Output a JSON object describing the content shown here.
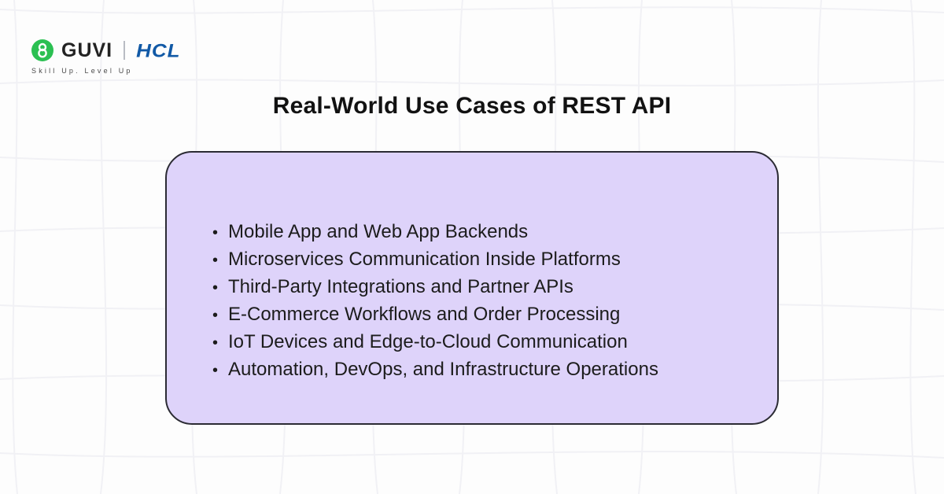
{
  "logo": {
    "brand": "GUVI",
    "partner": "HCL",
    "tagline": "Skill Up. Level Up"
  },
  "title": "Real-World Use Cases of REST API",
  "use_cases": {
    "bullet": "•",
    "items": [
      "Mobile App and Web App Backends",
      "Microservices Communication Inside Platforms",
      "Third-Party Integrations and Partner APIs",
      "E-Commerce Workflows and Order Processing",
      "IoT Devices and Edge-to-Cloud Communication",
      "Automation, DevOps, and Infrastructure Operations"
    ]
  },
  "colors": {
    "card_fill": "#ded3fa",
    "card_border": "#2b2b33",
    "brand_green": "#2bc052",
    "partner_blue": "#1159a6",
    "background": "#fdfdfd",
    "grid_line": "#f1f1f5"
  }
}
